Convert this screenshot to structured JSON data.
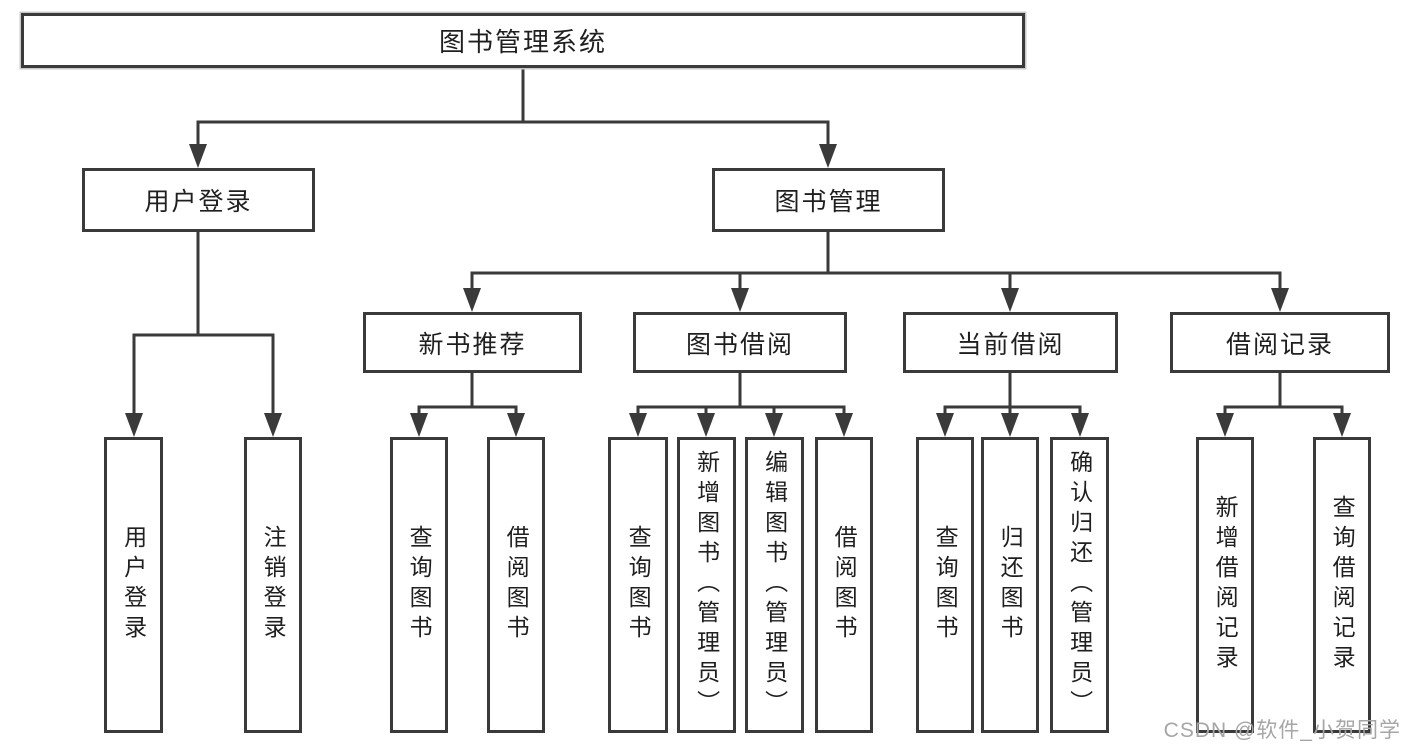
{
  "tree": {
    "label": "图书管理系统",
    "children": [
      {
        "label": "用户登录",
        "children": [
          {
            "label": "用户登录"
          },
          {
            "label": "注销登录"
          }
        ]
      },
      {
        "label": "图书管理",
        "children": [
          {
            "label": "新书推荐",
            "children": [
              {
                "label": "查询图书"
              },
              {
                "label": "借阅图书"
              }
            ]
          },
          {
            "label": "图书借阅",
            "children": [
              {
                "label": "查询图书"
              },
              {
                "label": "新增图书（管理员）"
              },
              {
                "label": "编辑图书（管理员）"
              },
              {
                "label": "借阅图书"
              }
            ]
          },
          {
            "label": "当前借阅",
            "children": [
              {
                "label": "查询图书"
              },
              {
                "label": "归还图书"
              },
              {
                "label": "确认归还（管理员）"
              }
            ]
          },
          {
            "label": "借阅记录",
            "children": [
              {
                "label": "新增借阅记录"
              },
              {
                "label": "查询借阅记录"
              }
            ]
          }
        ]
      }
    ]
  },
  "watermark": "CSDN @软件_小贺同学",
  "colors": {
    "line": "#3a3a3a",
    "text": "#1f1f1f",
    "watermark": "#a6a6a6",
    "background": "#ffffff"
  }
}
